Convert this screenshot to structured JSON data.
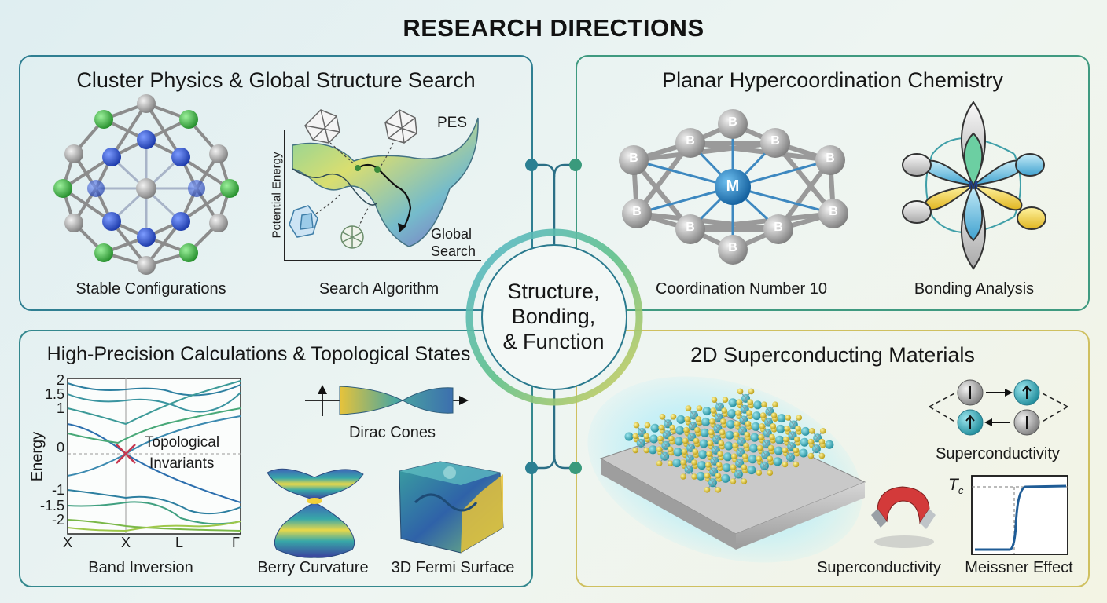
{
  "title": "RESEARCH DIRECTIONS",
  "center": {
    "line1": "Structure,",
    "line2": "Bonding,",
    "line3": "& Function"
  },
  "panels": {
    "cluster": {
      "title": "Cluster Physics & Global Structure Search",
      "labels": {
        "stable": "Stable Configurations",
        "search": "Search Algorithm"
      },
      "pes": {
        "label": "PES",
        "y_axis": "Potential Energy",
        "global1": "Global",
        "global2": "Search"
      }
    },
    "planar": {
      "title": "Planar Hypercoordination Chemistry",
      "labels": {
        "coord": "Coordination Number 10",
        "bonding": "Bonding Analysis"
      },
      "atoms": {
        "boron": "B",
        "metal": "M"
      }
    },
    "topo": {
      "title": "High-Precision Calculations & Topological States",
      "band": {
        "y_axis": "Energy",
        "y_ticks": [
          "2",
          "1.5",
          "1",
          "0",
          "-1",
          "-1.5",
          "-2"
        ],
        "x_ticks": [
          "X",
          "X",
          "L",
          "Γ"
        ],
        "annotation1": "Topological",
        "annotation2": "Invariants",
        "caption": "Band Inversion"
      },
      "labels": {
        "dirac": "Dirac Cones",
        "berry": "Berry Curvature",
        "fermi": "3D Fermi Surface"
      }
    },
    "super": {
      "title": "2D Superconducting Materials",
      "labels": {
        "superconductivity_top": "Superconductivity",
        "superconductivity_bottom": "Superconductivity",
        "meissner": "Meissner Effect"
      },
      "tc": {
        "T": "T",
        "sub": "c"
      }
    }
  },
  "colors": {
    "teal": "#2f7f8e",
    "green": "#4aa56c",
    "gold": "#d9c04a",
    "blue": "#1f4fc2"
  }
}
